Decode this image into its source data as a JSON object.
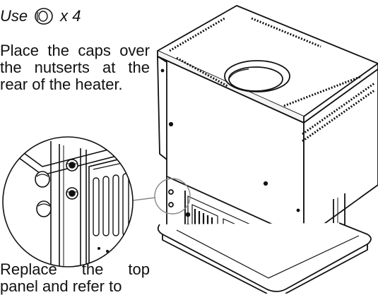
{
  "instruction": {
    "use_label": "Use",
    "quantity": "x 4",
    "cap_icon": "cap-icon",
    "step_text": "Place the caps over the nutserts at the rear of the heater.",
    "next_step_text": "Replace the top panel and refer to"
  },
  "illustration": {
    "subject": "heater-cabinet",
    "detail": "rear-nutserts-detail"
  }
}
